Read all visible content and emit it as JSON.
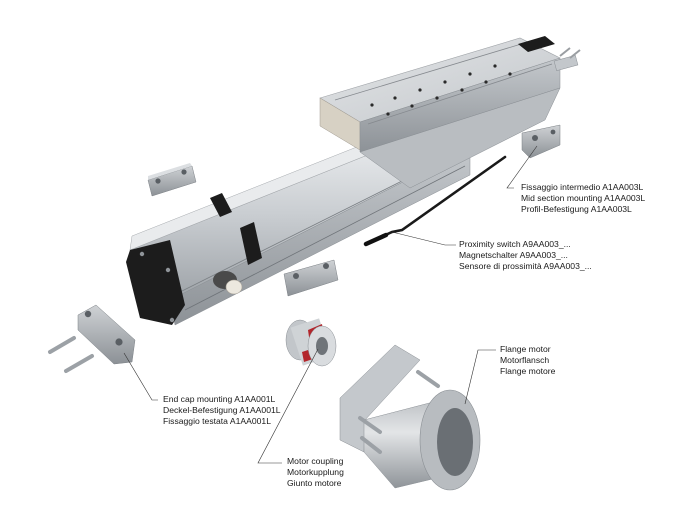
{
  "diagram": {
    "type": "exploded-view",
    "subject": "linear actuator with accessories",
    "background": "#ffffff",
    "colors": {
      "aluminum_light": "#d9dcdf",
      "aluminum_mid": "#b4b8bc",
      "aluminum_dark": "#8a8f94",
      "black_parts": "#1c1c1c",
      "coupling_red": "#b3262c",
      "leader_line": "#333333"
    }
  },
  "callouts": {
    "mid_section": {
      "lines": [
        "Fissaggio intermedio A1AA003L",
        "Mid section mounting A1AA003L",
        "Profil-Befestigung A1AA003L"
      ]
    },
    "proximity_switch": {
      "lines": [
        "Proximity switch A9AA003_...",
        "Magnetschalter A9AA003_...",
        "Sensore di prossimità A9AA003_..."
      ]
    },
    "end_cap": {
      "lines": [
        "End cap mounting A1AA001L",
        "Deckel-Befestigung A1AA001L",
        "Fissaggio testata A1AA001L"
      ]
    },
    "motor_coupling": {
      "lines": [
        "Motor coupling",
        "Motorkupplung",
        "Giunto motore"
      ]
    },
    "flange_motor": {
      "lines": [
        "Flange motor",
        "Motorflansch",
        "Flange motore"
      ]
    }
  }
}
